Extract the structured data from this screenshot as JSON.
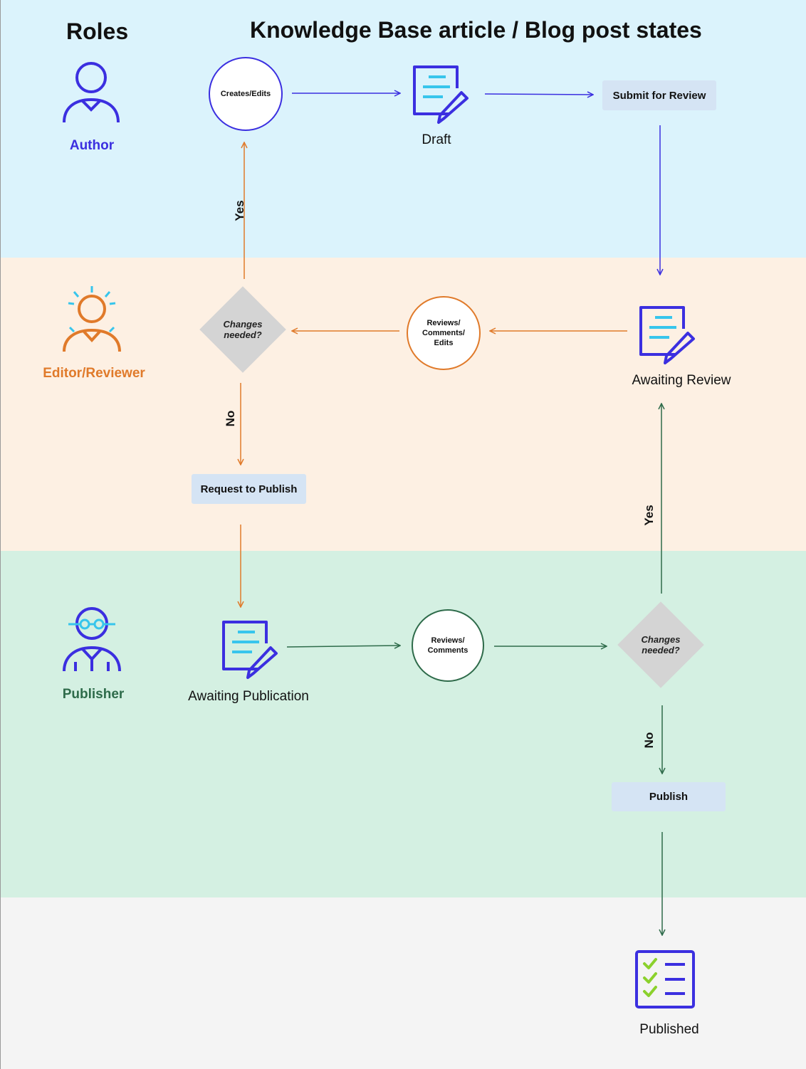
{
  "header": {
    "roles_title": "Roles",
    "diagram_title": "Knowledge Base article / Blog post states"
  },
  "roles": [
    {
      "name": "Author",
      "color": "#3b2fe0",
      "icon": "person-icon"
    },
    {
      "name": "Editor/Reviewer",
      "color": "#e07a2a",
      "icon": "person-idea-icon"
    },
    {
      "name": "Publisher",
      "color": "#2e6b4a",
      "icon": "person-glasses-icon"
    }
  ],
  "lane_colors": {
    "author": "#dbf3fc",
    "editor": "#fdf0e3",
    "publisher": "#d4f0e2",
    "final": "#f4f4f4"
  },
  "nodes": {
    "creates_edits": "Creates/Edits",
    "draft": "Draft",
    "submit_for_review": "Submit for Review",
    "awaiting_review": "Awaiting Review",
    "reviews_comments_edits": [
      "Reviews/",
      "Comments/",
      "Edits"
    ],
    "changes_needed_editor": [
      "Changes",
      "needed?"
    ],
    "request_to_publish": "Request to Publish",
    "awaiting_publication": "Awaiting Publication",
    "reviews_comments": [
      "Reviews/",
      "Comments"
    ],
    "changes_needed_publisher": [
      "Changes",
      "needed?"
    ],
    "publish": "Publish",
    "published": "Published"
  },
  "edge_labels": {
    "editor_yes": "Yes",
    "editor_no": "No",
    "publisher_yes": "Yes",
    "publisher_no": "No"
  },
  "icons": {
    "document": "document-edit-icon",
    "published": "checklist-icon"
  },
  "accent_colors": {
    "author_flow": "#3b2fe0",
    "editor_flow": "#e07a2a",
    "publisher_flow": "#2e6b4a",
    "doc_lines": "#37c5ec",
    "check": "#8bd12c"
  }
}
